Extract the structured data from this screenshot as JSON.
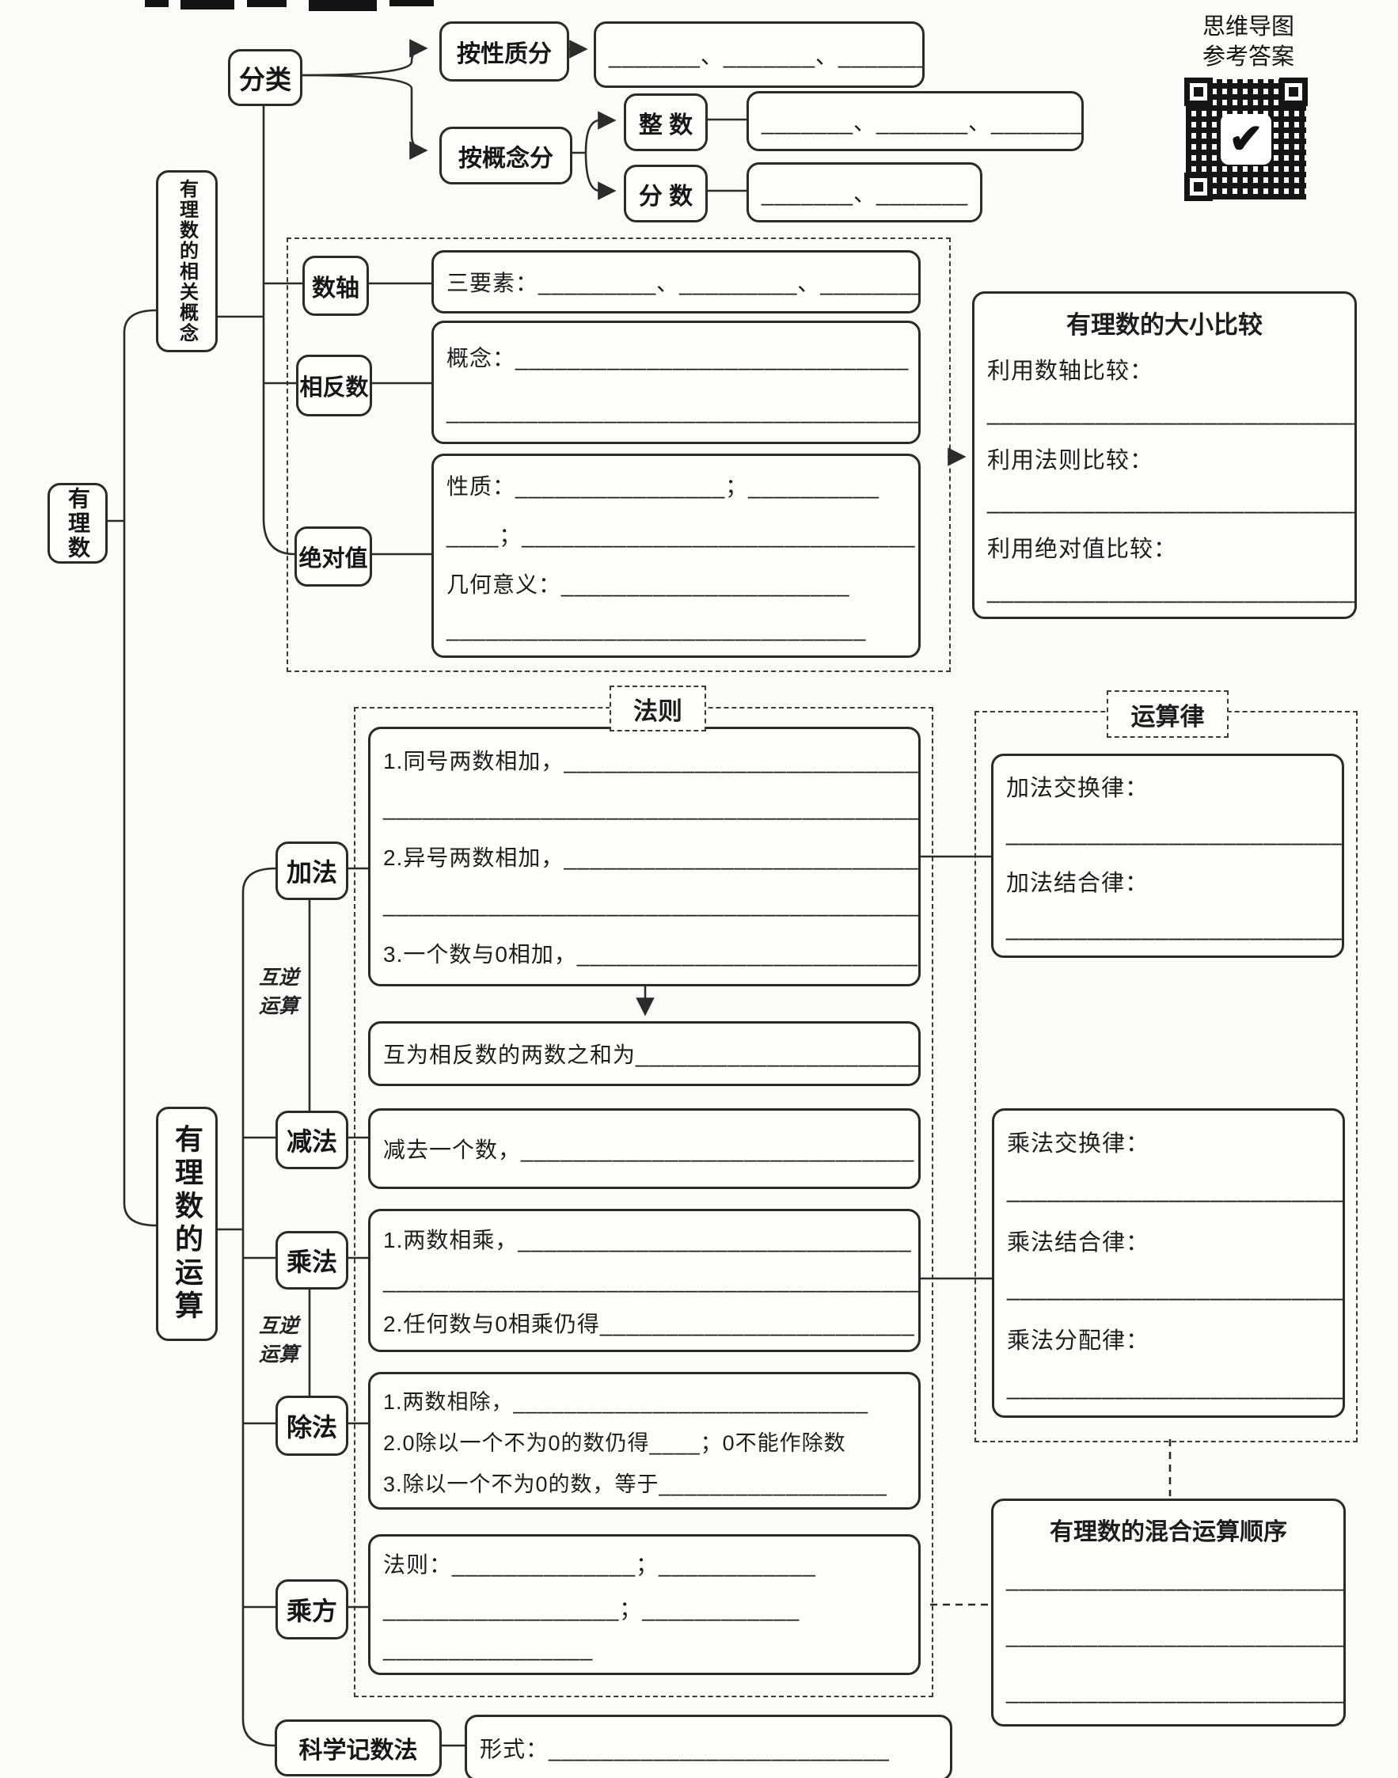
{
  "colors": {
    "ink": "#2a2a2a",
    "background": "#fbfbf9"
  },
  "qr": {
    "caption_line1": "思维导图",
    "caption_line2": "参考答案",
    "check_glyph": "✔"
  },
  "root": {
    "label": "有理数"
  },
  "branches": {
    "concepts_label": "有理数的相关概念",
    "operations_label": "有理数的运算"
  },
  "classification": {
    "node_label": "分类",
    "by_property_label": "按性质分",
    "by_property_blanks": "_______、_______、_______",
    "by_concept_label": "按概念分",
    "integer_label": "整 数",
    "integer_blanks": "_______、_______、_______",
    "fraction_label": "分 数",
    "fraction_blanks": "_______、_______"
  },
  "concepts": {
    "number_line_label": "数轴",
    "number_line_lines": [
      "三要素：_________、_________、_________"
    ],
    "opposite_label": "相反数",
    "opposite_lines": [
      "概念：______________________________",
      "________________________________________"
    ],
    "absolute_label": "绝对值",
    "absolute_lines": [
      "性质：________________；__________",
      "____；______________________________",
      "几何意义：______________________",
      "________________________________"
    ],
    "comparison": {
      "title": "有理数的大小比较",
      "rows": [
        "利用数轴比较：",
        "______________________________",
        "利用法则比较：",
        "______________________________",
        "利用绝对值比较：",
        "______________________________"
      ]
    }
  },
  "operations": {
    "rules_group_label": "法则",
    "laws_group_label": "运算律",
    "addition_label": "加法",
    "addition_rules": [
      "1.同号两数相加，____________________________",
      "____________________________________________",
      "2.异号两数相加，____________________________",
      "____________________________________________",
      "3.一个数与0相加，__________________________"
    ],
    "inverse_label_top": "互逆\n运算",
    "opposite_sum_line": "互为相反数的两数之和为________________________",
    "subtraction_label": "减法",
    "subtraction_rules": [
      "减去一个数，______________________________"
    ],
    "multiplication_label": "乘法",
    "multiplication_rules": [
      "1.两数相乘，______________________________",
      "____________________________________________",
      "2.任何数与0相乘仍得________________________"
    ],
    "inverse_label_bottom": "互逆\n运算",
    "division_label": "除法",
    "division_rules": [
      "1.两数相除，____________________________",
      "2.0除以一个不为0的数仍得____；0不能作除数",
      "3.除以一个不为0的数，等于__________________"
    ],
    "power_label": "乘方",
    "power_rules": [
      "法则：______________；____________",
      "__________________；____________",
      "________________"
    ],
    "scientific_label": "科学记数法",
    "scientific_lines": [
      "形式：__________________________"
    ],
    "addition_laws": [
      "加法交换律：",
      "___________________________",
      "加法结合律：",
      "___________________________"
    ],
    "multiplication_laws": [
      "乘法交换律：",
      "___________________________",
      "乘法结合律：",
      "___________________________",
      "乘法分配律：",
      "___________________________"
    ],
    "mixed_order": {
      "title": "有理数的混合运算顺序",
      "rows": [
        "__________________________",
        "__________________________",
        "__________________________"
      ]
    }
  }
}
